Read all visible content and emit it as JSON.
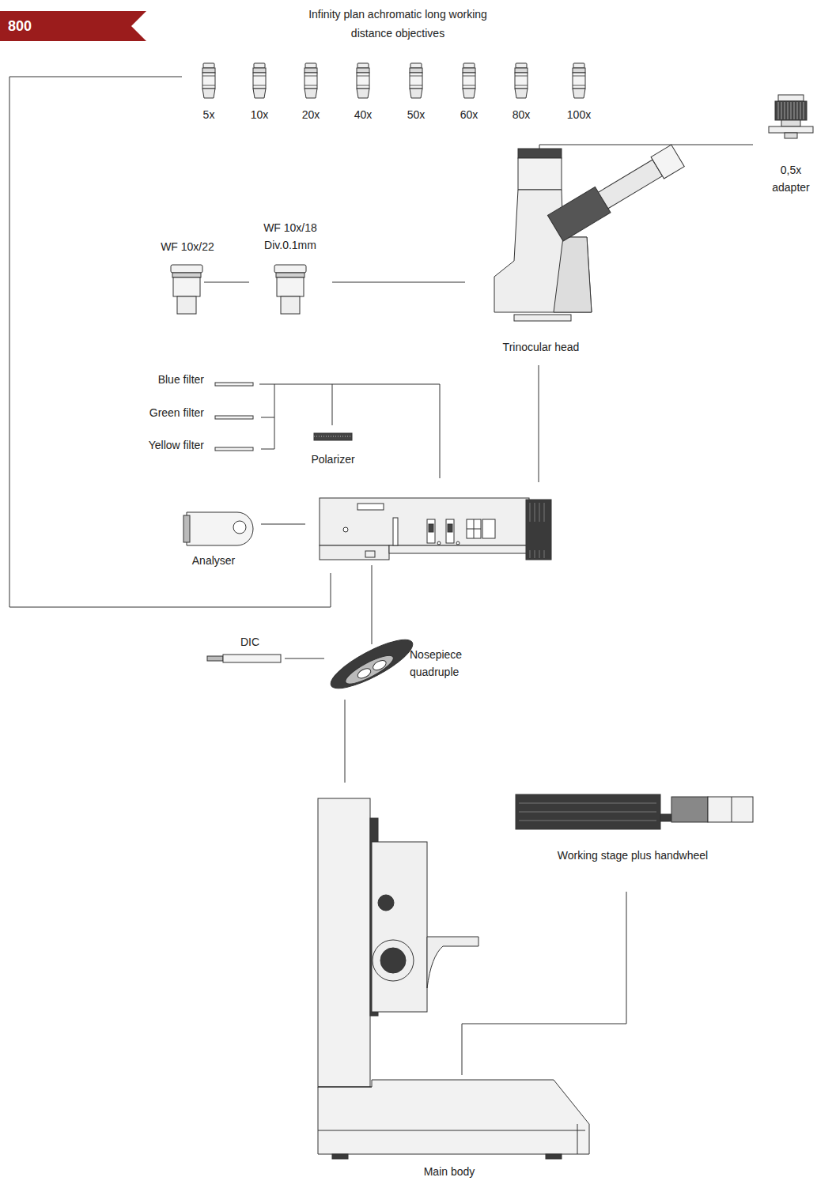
{
  "diagram": {
    "title": "800",
    "labels": [
      "Infinity plan achromatic long working distance objectives",
      "5x",
      "10x",
      "20x",
      "40x",
      "50x",
      "60x",
      "80x",
      "100x",
      "0,5x adapter",
      "WF 10x/22",
      "WF 10x/18 Div.0.1mm",
      "Trinocular head",
      "Blue filter",
      "Green filter",
      "Yellow filter",
      "Polarizer",
      "Analyser",
      "DIC",
      "Nosepiece quadruple",
      "Working stage plus handwheel",
      "Main body"
    ]
  }
}
